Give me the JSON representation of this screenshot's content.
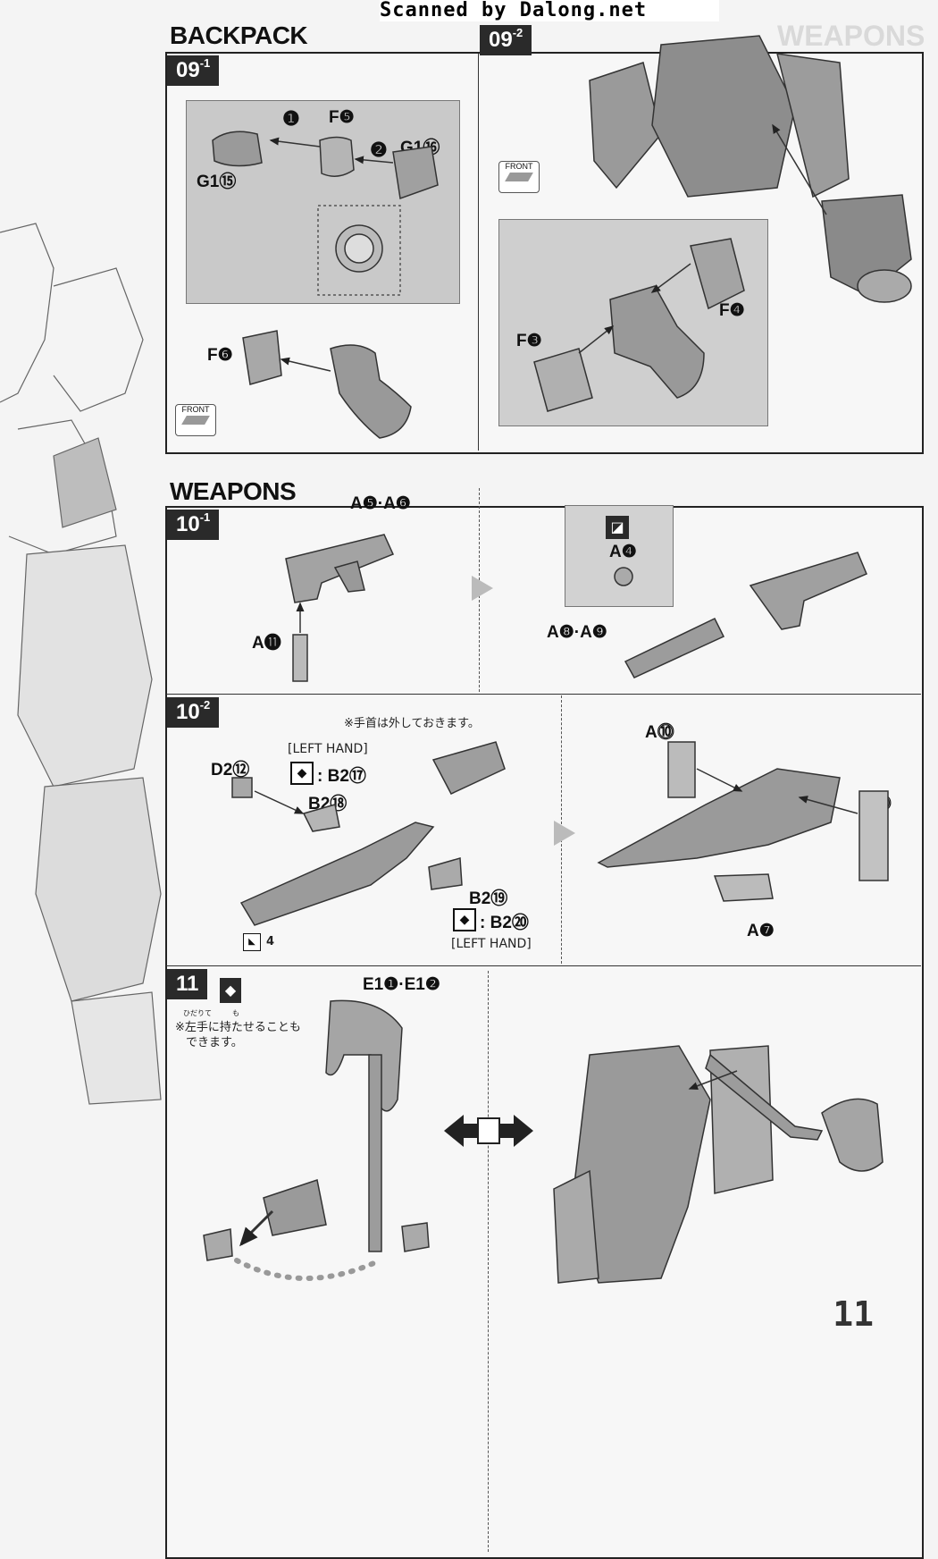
{
  "watermark": "Scanned by Dalong.net",
  "page_number": "11",
  "backpack": {
    "title": "BACKPACK",
    "step_a": {
      "num": "09",
      "sub": "-1"
    },
    "step_b": {
      "num": "09",
      "sub": "-2"
    },
    "labels": {
      "f5": "F❺",
      "g1_16": "G1⑯",
      "g1_15": "G1⑮",
      "f6": "F❻",
      "f3": "F❸",
      "f4": "F❹",
      "order1": "❶",
      "order2": "❷"
    },
    "front": "FRONT"
  },
  "weapons": {
    "title": "WEAPONS",
    "step_101": {
      "num": "10",
      "sub": "-1"
    },
    "step_102": {
      "num": "10",
      "sub": "-2"
    },
    "step_11": {
      "num": "11"
    },
    "labels_101": {
      "a56": "A❺·A❻",
      "a11": "A⓫",
      "a4": "A❹",
      "a89": "A❽·A❾"
    },
    "labels_102": {
      "note": "※手首は外しておきます。",
      "left_hand_1": "[LEFT HAND]",
      "d2_12": "D2⑫",
      "b2_17": ": B2⑰",
      "b2_18": "B2⑱",
      "b2_19": "B2⑲",
      "b2_20": ": B2⑳",
      "left_hand_2": "[LEFT HAND]",
      "count": "4",
      "a10_1": "A⓾",
      "a10_2": "A⓾",
      "a7": "A❼"
    },
    "labels_11": {
      "e1": "E1❶·E1❷",
      "note_line1": "※左手に持たせることも",
      "note_line2": "できます。",
      "ruby1": "ひだりて",
      "ruby2": "も"
    }
  }
}
